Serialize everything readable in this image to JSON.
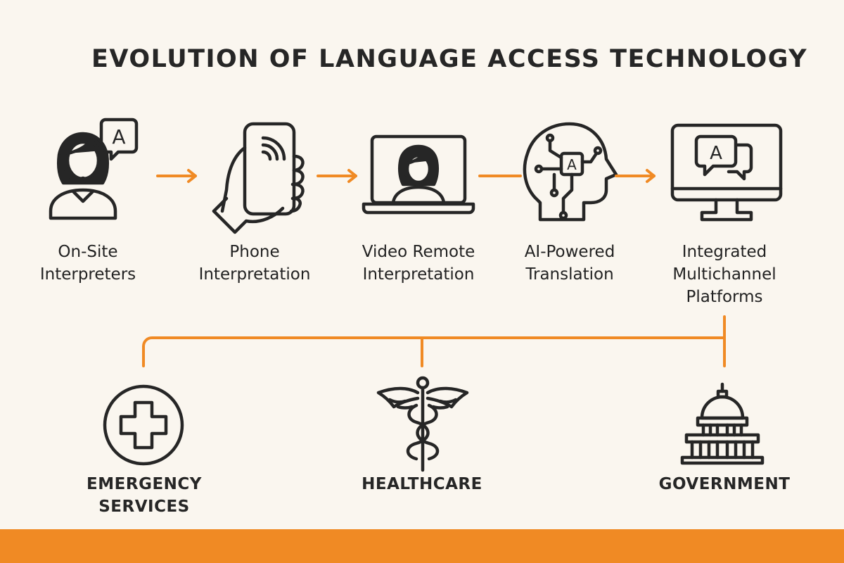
{
  "title": "EVOLUTION OF LANGUAGE ACCESS TECHNOLOGY",
  "colors": {
    "background": "#faf6ef",
    "accent": "#f08a24",
    "ink": "#262626"
  },
  "stages": [
    {
      "label": "On-Site\nInterpreters",
      "icon": "interpreter-headset-icon",
      "glyph": "A"
    },
    {
      "label": "Phone\nInterpretation",
      "icon": "phone-in-hand-icon"
    },
    {
      "label": "Video Remote\nInterpretation",
      "icon": "video-laptop-icon"
    },
    {
      "label": "AI-Powered\nTranslation",
      "icon": "ai-head-icon",
      "glyph": "A"
    },
    {
      "label": "Integrated\nMultichannel\nPlatforms",
      "icon": "monitor-chat-icon",
      "glyph": "A"
    }
  ],
  "sectors": [
    {
      "label": "EMERGENCY\nSERVICES",
      "icon": "medical-cross-icon"
    },
    {
      "label": "HEALTHCARE",
      "icon": "caduceus-icon"
    },
    {
      "label": "GOVERNMENT",
      "icon": "capitol-building-icon"
    }
  ]
}
